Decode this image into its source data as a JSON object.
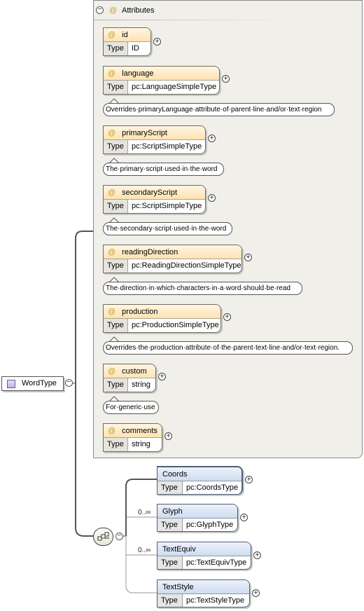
{
  "root": {
    "name": "WordType"
  },
  "attributes_group": {
    "title": "Attributes"
  },
  "type_label": "Type",
  "attributes": [
    {
      "name": "id",
      "type": "ID",
      "note": ""
    },
    {
      "name": "language",
      "type": "pc:LanguageSimpleType",
      "note": "Overrides·primaryLanguage·attribute·of·parent·line·and/or·text·region"
    },
    {
      "name": "primaryScript",
      "type": "pc:ScriptSimpleType",
      "note": "The·primary·script·used·in·the·word"
    },
    {
      "name": "secondaryScript",
      "type": "pc:ScriptSimpleType",
      "note": "The·secondary·script·used·in·the·word"
    },
    {
      "name": "readingDirection",
      "type": "pc:ReadingDirectionSimpleType",
      "note": "The·direction·in·which·characters·in·a·word·should·be·read"
    },
    {
      "name": "production",
      "type": "pc:ProductionSimpleType",
      "note": "Overrides·the·production·attribute·of·the·parent·text·line·and/or·text·region."
    },
    {
      "name": "custom",
      "type": "string",
      "note": "For·generic·use"
    },
    {
      "name": "comments",
      "type": "string",
      "note": ""
    }
  ],
  "elements": [
    {
      "name": "Coords",
      "type": "pc:CoordsType",
      "occurs": ""
    },
    {
      "name": "Glyph",
      "type": "pc:GlyphType",
      "occurs": "0..∞"
    },
    {
      "name": "TextEquiv",
      "type": "pc:TextEquivType",
      "occurs": "0..∞"
    },
    {
      "name": "TextStyle",
      "type": "pc:TextStyleType",
      "occurs": ""
    }
  ],
  "symbols": {
    "at": "@",
    "minus": "−",
    "plus": "+"
  },
  "colors": {
    "attribute_header": "#fde3b1",
    "element_header": "#cfdcf0",
    "group_background": "#f1efe9"
  }
}
